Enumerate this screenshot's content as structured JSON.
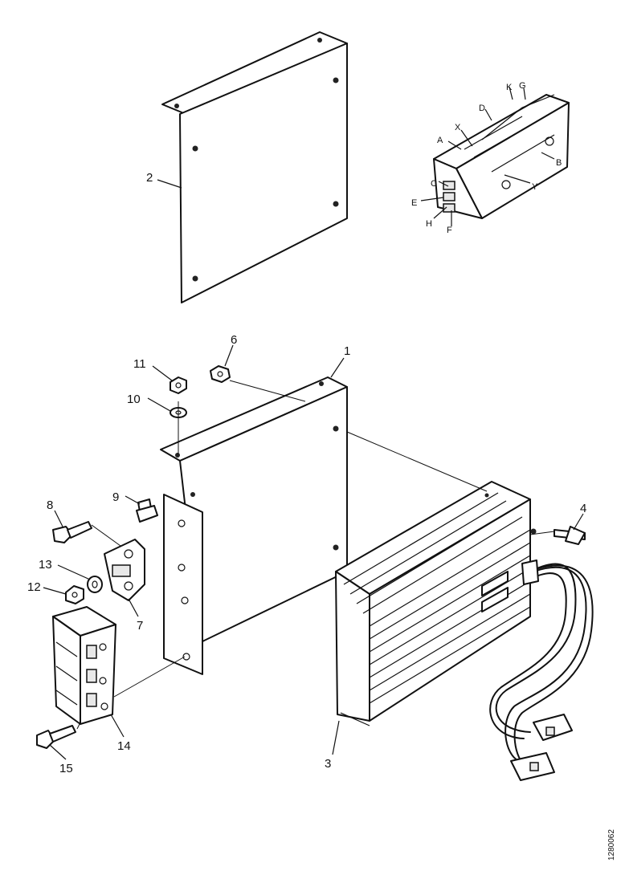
{
  "parts": {
    "p1": "1",
    "p2": "2",
    "p3": "3",
    "p4": "4",
    "p6": "6",
    "p7": "7",
    "p8": "8",
    "p9": "9",
    "p10": "10",
    "p11": "11",
    "p12": "12",
    "p13": "13",
    "p14": "14",
    "p15": "15"
  },
  "detail_letters": {
    "A": "A",
    "B": "B",
    "C": "C",
    "D": "D",
    "E": "E",
    "F": "F",
    "G": "G",
    "H": "H",
    "K": "K",
    "X": "X",
    "Y": "Y"
  },
  "figure_reference": "1280062"
}
